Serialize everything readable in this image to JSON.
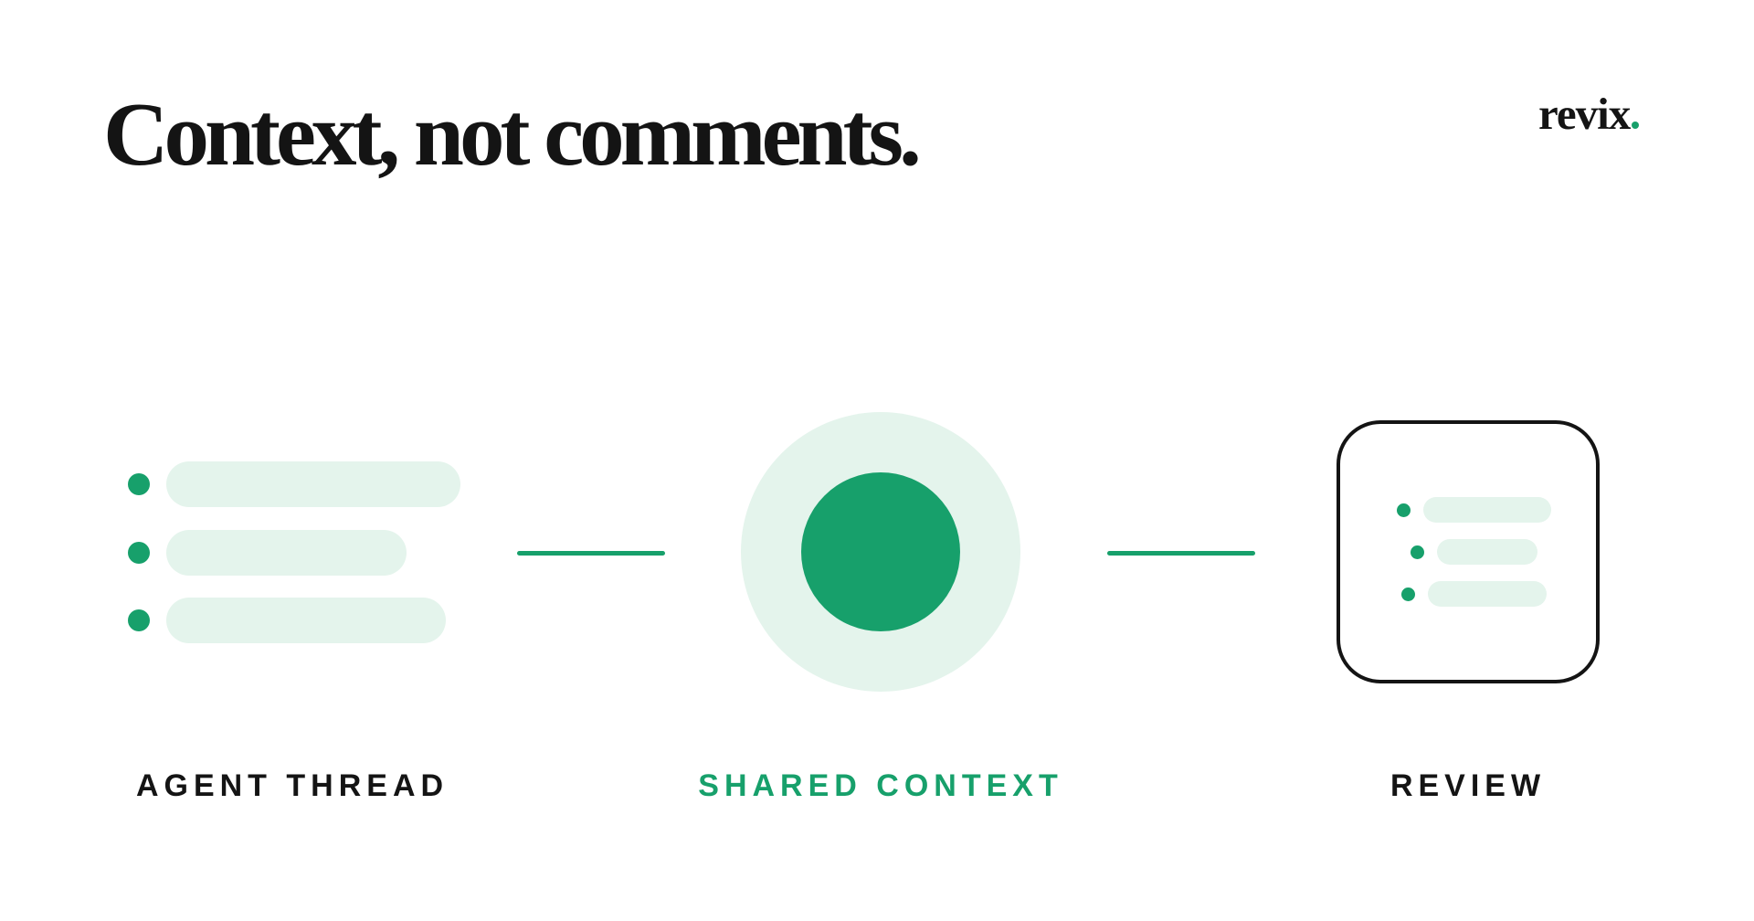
{
  "headline": "Context, not comments.",
  "logo": {
    "text": "revix"
  },
  "colors": {
    "ink": "#141414",
    "accent": "#17a06b",
    "accent_light": "#e4f4ec",
    "background": "#ffffff"
  },
  "stages": {
    "agent_thread": {
      "label": "AGENT THREAD",
      "icon": "message-list-icon",
      "items": 3
    },
    "shared_context": {
      "label": "SHARED CONTEXT",
      "icon": "context-node-icon"
    },
    "review": {
      "label": "REVIEW",
      "icon": "review-card-icon",
      "items": 3
    }
  }
}
